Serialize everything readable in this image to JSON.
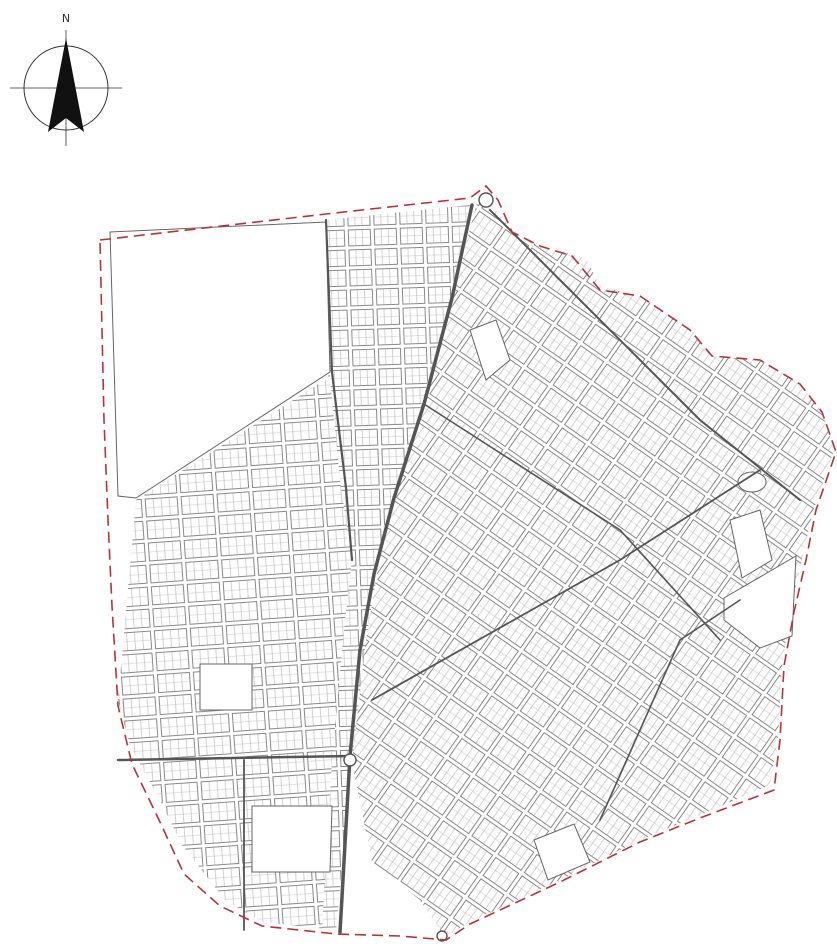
{
  "north_arrow": {
    "label": "N",
    "icon": "north-arrow-icon"
  },
  "map": {
    "type": "urban-parcel-plan",
    "boundary_style": "dashed",
    "colors": {
      "boundary": "#b8323c",
      "streets": "#6f6f6f",
      "parcels": "#9a9a9a",
      "background": "#ffffff",
      "north_arrow_fill": "#111111"
    }
  }
}
